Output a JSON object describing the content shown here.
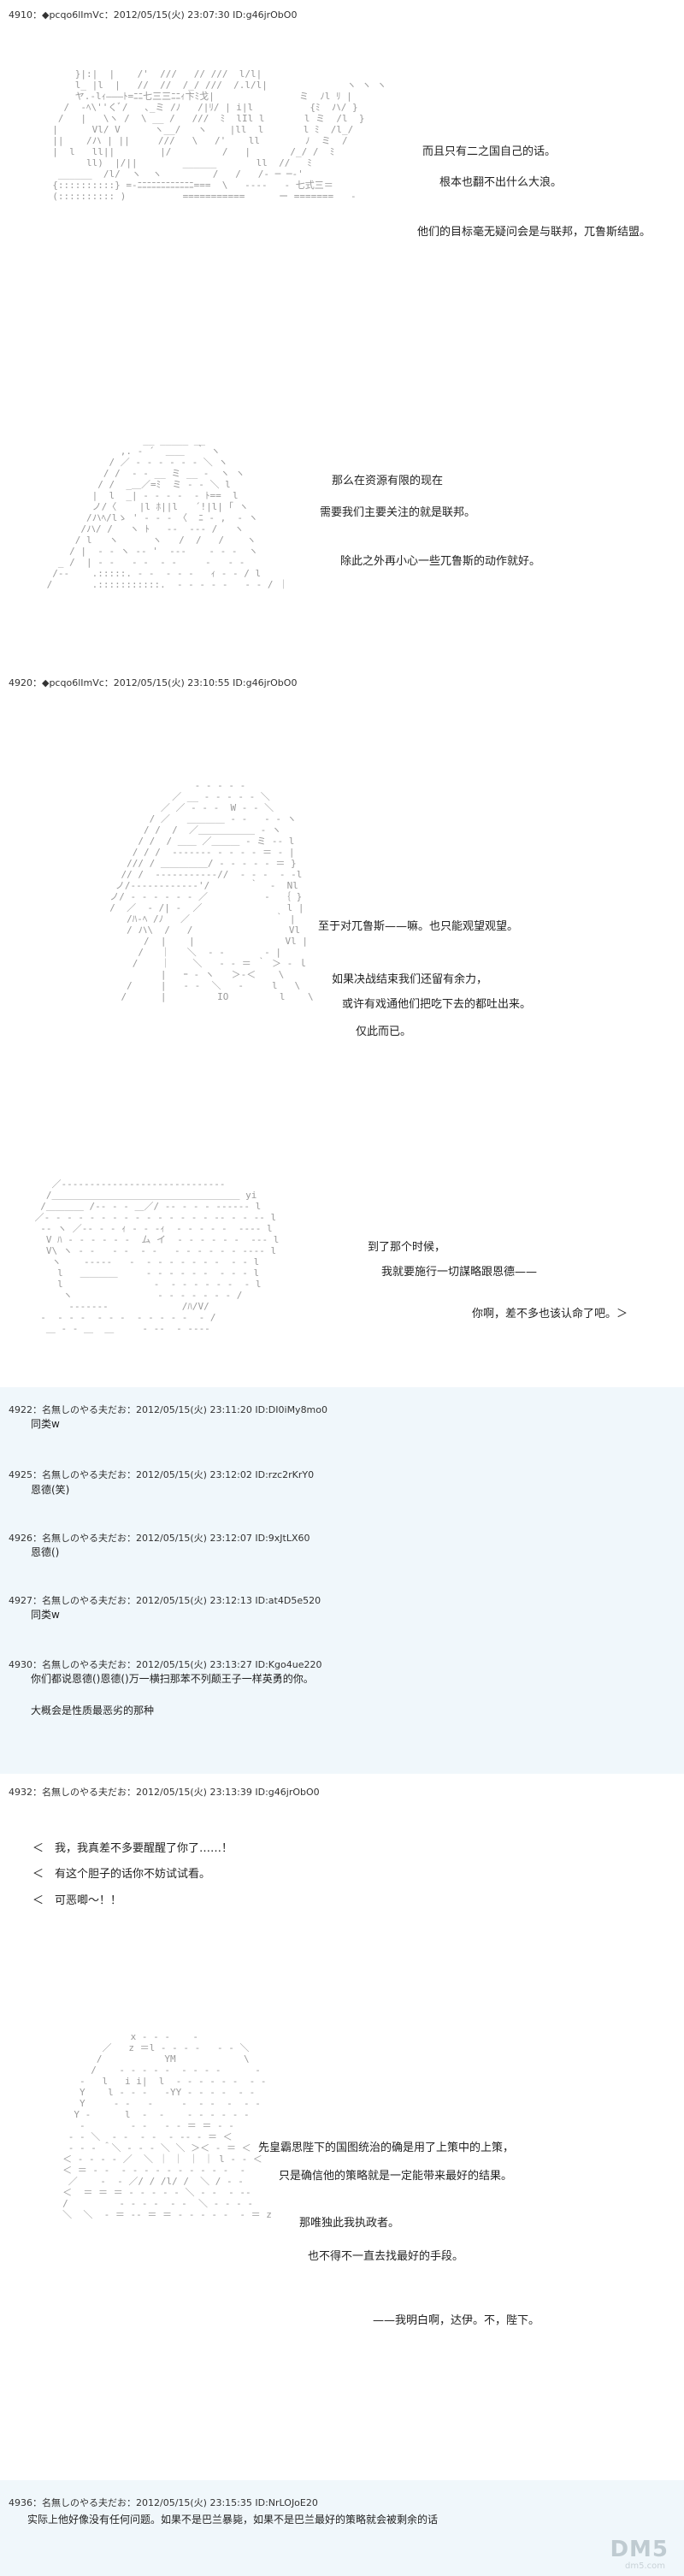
{
  "posts": [
    {
      "header": "4910：◆pcqo6lImVc：2012/05/15(火) 23:07:30 ID:g46jrObO0"
    },
    {
      "header": "4920：◆pcqo6lImVc：2012/05/15(火) 23:10:55 ID:g46jrObO0"
    },
    {
      "header": "4932：名無しのやる夫だお：2012/05/15(火) 23:13:39 ID:g46jrObO0"
    }
  ],
  "scene1_lines": [
    "而且只有二之国自己的话。",
    "根本也翻不出什么大浪。",
    "他们的目标毫无疑问会是与联邦，兀鲁斯结盟。"
  ],
  "scene2_lines": [
    "那么在资源有限的现在",
    "需要我们主要关注的就是联邦。",
    "除此之外再小心一些兀鲁斯的动作就好。"
  ],
  "scene3_lines": [
    "至于对兀鲁斯——嘛。也只能观望观望。",
    "如果决战结束我们还留有余力，",
    "或许有戏通他们把吃下去的都吐出来。",
    "仅此而已。"
  ],
  "scene4_lines": [
    "到了那个时候，",
    "我就要施行一切謀略跟恩德——",
    "你啊，差不多也该认命了吧。＞"
  ],
  "comments": [
    {
      "header": "4922：名無しのやる夫だお：2012/05/15(火) 23:11:20 ID:DI0iMy8mo0",
      "body": [
        "同类w"
      ]
    },
    {
      "header": "4925：名無しのやる夫だお：2012/05/15(火) 23:12:02 ID:rzc2rKrY0",
      "body": [
        "恩德(笑)"
      ]
    },
    {
      "header": "4926：名無しのやる夫だお：2012/05/15(火) 23:12:07 ID:9xJtLX60",
      "body": [
        "恩德()"
      ]
    },
    {
      "header": "4927：名無しのやる夫だお：2012/05/15(火) 23:12:13 ID:at4D5e520",
      "body": [
        "同类w"
      ]
    },
    {
      "header": "4930：名無しのやる夫だお：2012/05/15(火) 23:13:27 ID:Kgo4ue220",
      "body": [
        "你们都说恩德()恩德()万一横扫那苯不列颠王子一样英勇的你。",
        "大概会是性质最恶劣的那种"
      ]
    }
  ],
  "scene5_lines": [
    "＜　我，我真差不多要醒醒了你了……！",
    "＜　有这个胆子的话你不妨试试看。",
    "＜　可恶唧～！！"
  ],
  "scene6_lines": [
    "先皇霸思陛下的国图统治的确是用了上策中的上策，",
    "只是确信他的策略就是一定能带来最好的结果。",
    "那唯独此我执政者。",
    "也不得不一直去找最好的手段。",
    "——我明白啊，达伊。不，陛下。"
  ],
  "last_comment": {
    "header": "4936：名無しのやる夫だお：2012/05/15(火) 23:15:35 ID:NrLOJoE20",
    "body": [
      "实际上他好像没有任何问题。如果不是巴兰暴毙，如果不是巴兰最好的策略就会被剩余的话"
    ]
  },
  "watermark": {
    "logo": "DM5",
    "sub": "dm5.com"
  }
}
